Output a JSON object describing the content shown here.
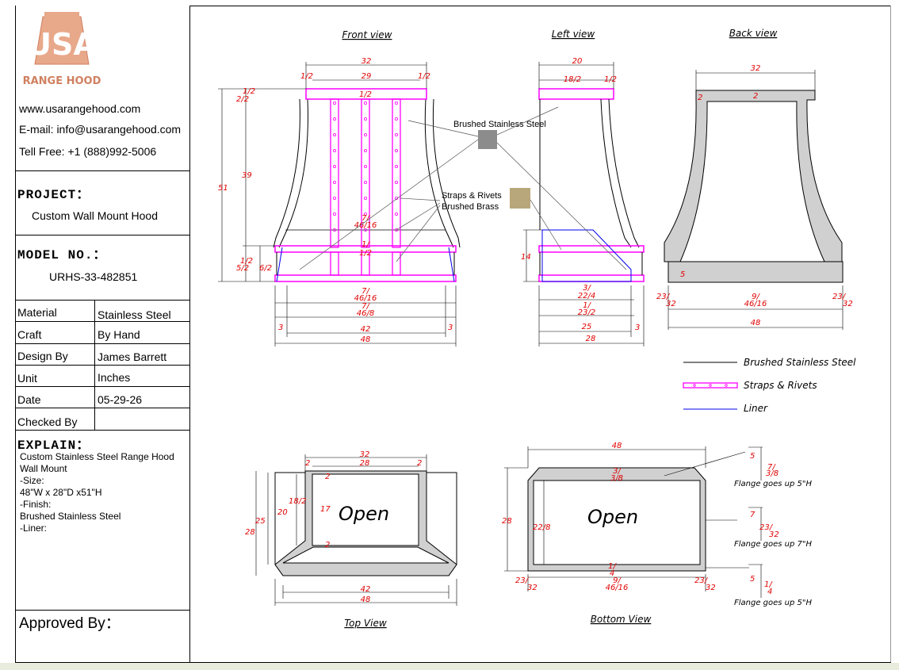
{
  "brand": {
    "logo_text": "USA",
    "logo_subtext": "RANGE HOOD"
  },
  "contact": {
    "website": "www.usarangehood.com",
    "email": "E-mail: info@usarangehood.com",
    "phone": "Tell Free: +1 (888)992-5006"
  },
  "project": {
    "label": "PROJECT：",
    "value": "Custom Wall Mount Hood"
  },
  "model": {
    "label": "MODEL NO.：",
    "value": "URHS-33-482851"
  },
  "specs": [
    {
      "key": "Material",
      "value": "Stainless Steel"
    },
    {
      "key": "Craft",
      "value": "By Hand"
    },
    {
      "key": "Design By",
      "value": "James Barrett"
    },
    {
      "key": "Unit",
      "value": "Inches"
    },
    {
      "key": "Date",
      "value": "05-29-26"
    },
    {
      "key": "Checked By",
      "value": ""
    }
  ],
  "explain": {
    "label": "EXPLAIN：",
    "lines": [
      "Custom Stainless Steel  Range Hood",
      "Wall Mount",
      "-Size:",
      "48\"W x 28\"D x51\"H",
      "-Finish:",
      "Brushed Stainless Steel",
      "-Liner:"
    ]
  },
  "approved": {
    "label": "Approved By："
  },
  "views": {
    "front": "Front view",
    "left": "Left view",
    "back": "Back view",
    "top": "Top View",
    "bottom": "Bottom View"
  },
  "callouts": {
    "steel": "Brushed Stainless Steel",
    "straps_1": "Straps & Rivets",
    "straps_2": "Brushed Brass"
  },
  "legend": [
    {
      "label": "Brushed Stainless Steel",
      "style": "steel"
    },
    {
      "label": "Straps & Rivets",
      "style": "straps"
    },
    {
      "label": "Liner",
      "style": "liner"
    }
  ],
  "open_label": "Open",
  "flanges": [
    "Flange goes up 5\"H",
    "Flange goes up 7\"H",
    "Flange goes up 5\"H"
  ],
  "dims": {
    "front": {
      "top_w": "32",
      "inner_w": "29",
      "half_l": "1/2",
      "half_r": "1/2",
      "half_c": "1/2",
      "h1": "1/2",
      "h1b": "2/2",
      "h39": "39",
      "h51": "51",
      "c1": "7/",
      "c2": "46/16",
      "c3": "1/",
      "c4": "1/2",
      "b1": "1/2",
      "b2": "5/2",
      "b3": "6/2",
      "w1": "7/",
      "w2": "46/16",
      "w3": "7/",
      "w4": "46/8",
      "w42": "42",
      "w48": "48",
      "s3l": "3",
      "s3r": "3"
    },
    "left": {
      "top": "20",
      "t1": "18/2",
      "t2": "1/2",
      "h14": "14",
      "d1": "3/",
      "d2": "22/4",
      "d3": "1/",
      "d4": "23/2",
      "d25": "25",
      "d28": "28",
      "s3": "3"
    },
    "back": {
      "top": "32",
      "l2": "2",
      "c2": "2",
      "h5": "5",
      "a1": "23/",
      "a2": "32",
      "m1": "9/",
      "m2": "46/16",
      "b1": "23/",
      "b2": "32",
      "w48": "48"
    },
    "top": {
      "t32": "32",
      "t28": "28",
      "t2l": "2",
      "t2r": "2",
      "c2a": "2",
      "c2b": "2",
      "d18": "18/2",
      "d20": "20",
      "d17": "17",
      "d25": "25",
      "d28": "28",
      "w42": "42",
      "w48": "48"
    },
    "bottom": {
      "w48": "48",
      "t3a": "3/",
      "t3b": "3/8",
      "d28": "28",
      "d22": "22/8",
      "u1": "1/",
      "u2": "4",
      "c9": "9/",
      "c46": "46/16",
      "l23a": "23/",
      "l32a": "32",
      "r23a": "23/",
      "r32a": "32",
      "f5a": "5",
      "f3a": "3/8",
      "f7a": "7/",
      "f7": "7",
      "f23": "23/",
      "f32": "32",
      "f5b": "5",
      "f1": "1/",
      "f4": "4"
    }
  },
  "colors": {
    "dimension": "#e00000",
    "straps": "#ff00ff",
    "liner": "#0000ee",
    "steel": "#000000",
    "logo": "#e8a88a",
    "swatch_steel": "#8c8c8c",
    "swatch_brass": "#b8a77a"
  }
}
